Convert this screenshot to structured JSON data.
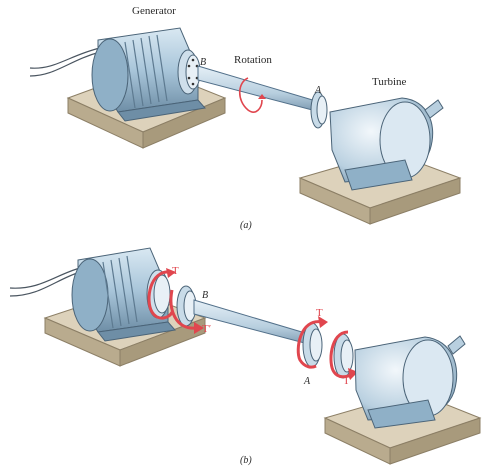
{
  "figure_a": {
    "caption": "(a)",
    "labels": {
      "generator": "Generator",
      "rotation": "Rotation",
      "turbine": "Turbine",
      "coupling_b": "B",
      "coupling_a": "A"
    }
  },
  "figure_b": {
    "caption": "(b)",
    "labels": {
      "coupling_b": "B",
      "coupling_a": "A",
      "torque_b_generator_side": "T",
      "torque_b_shaft_side": "T′",
      "torque_a_shaft_side": "T",
      "torque_a_turbine_side": "T′"
    }
  },
  "colors": {
    "machine_body": "#a9c6da",
    "machine_dark": "#6e8ea6",
    "base_block": "#cbbfa6",
    "shaft": "#b8cfdf",
    "torque_arrow": "#e0464e",
    "rotation_arrow": "#e0464e"
  }
}
